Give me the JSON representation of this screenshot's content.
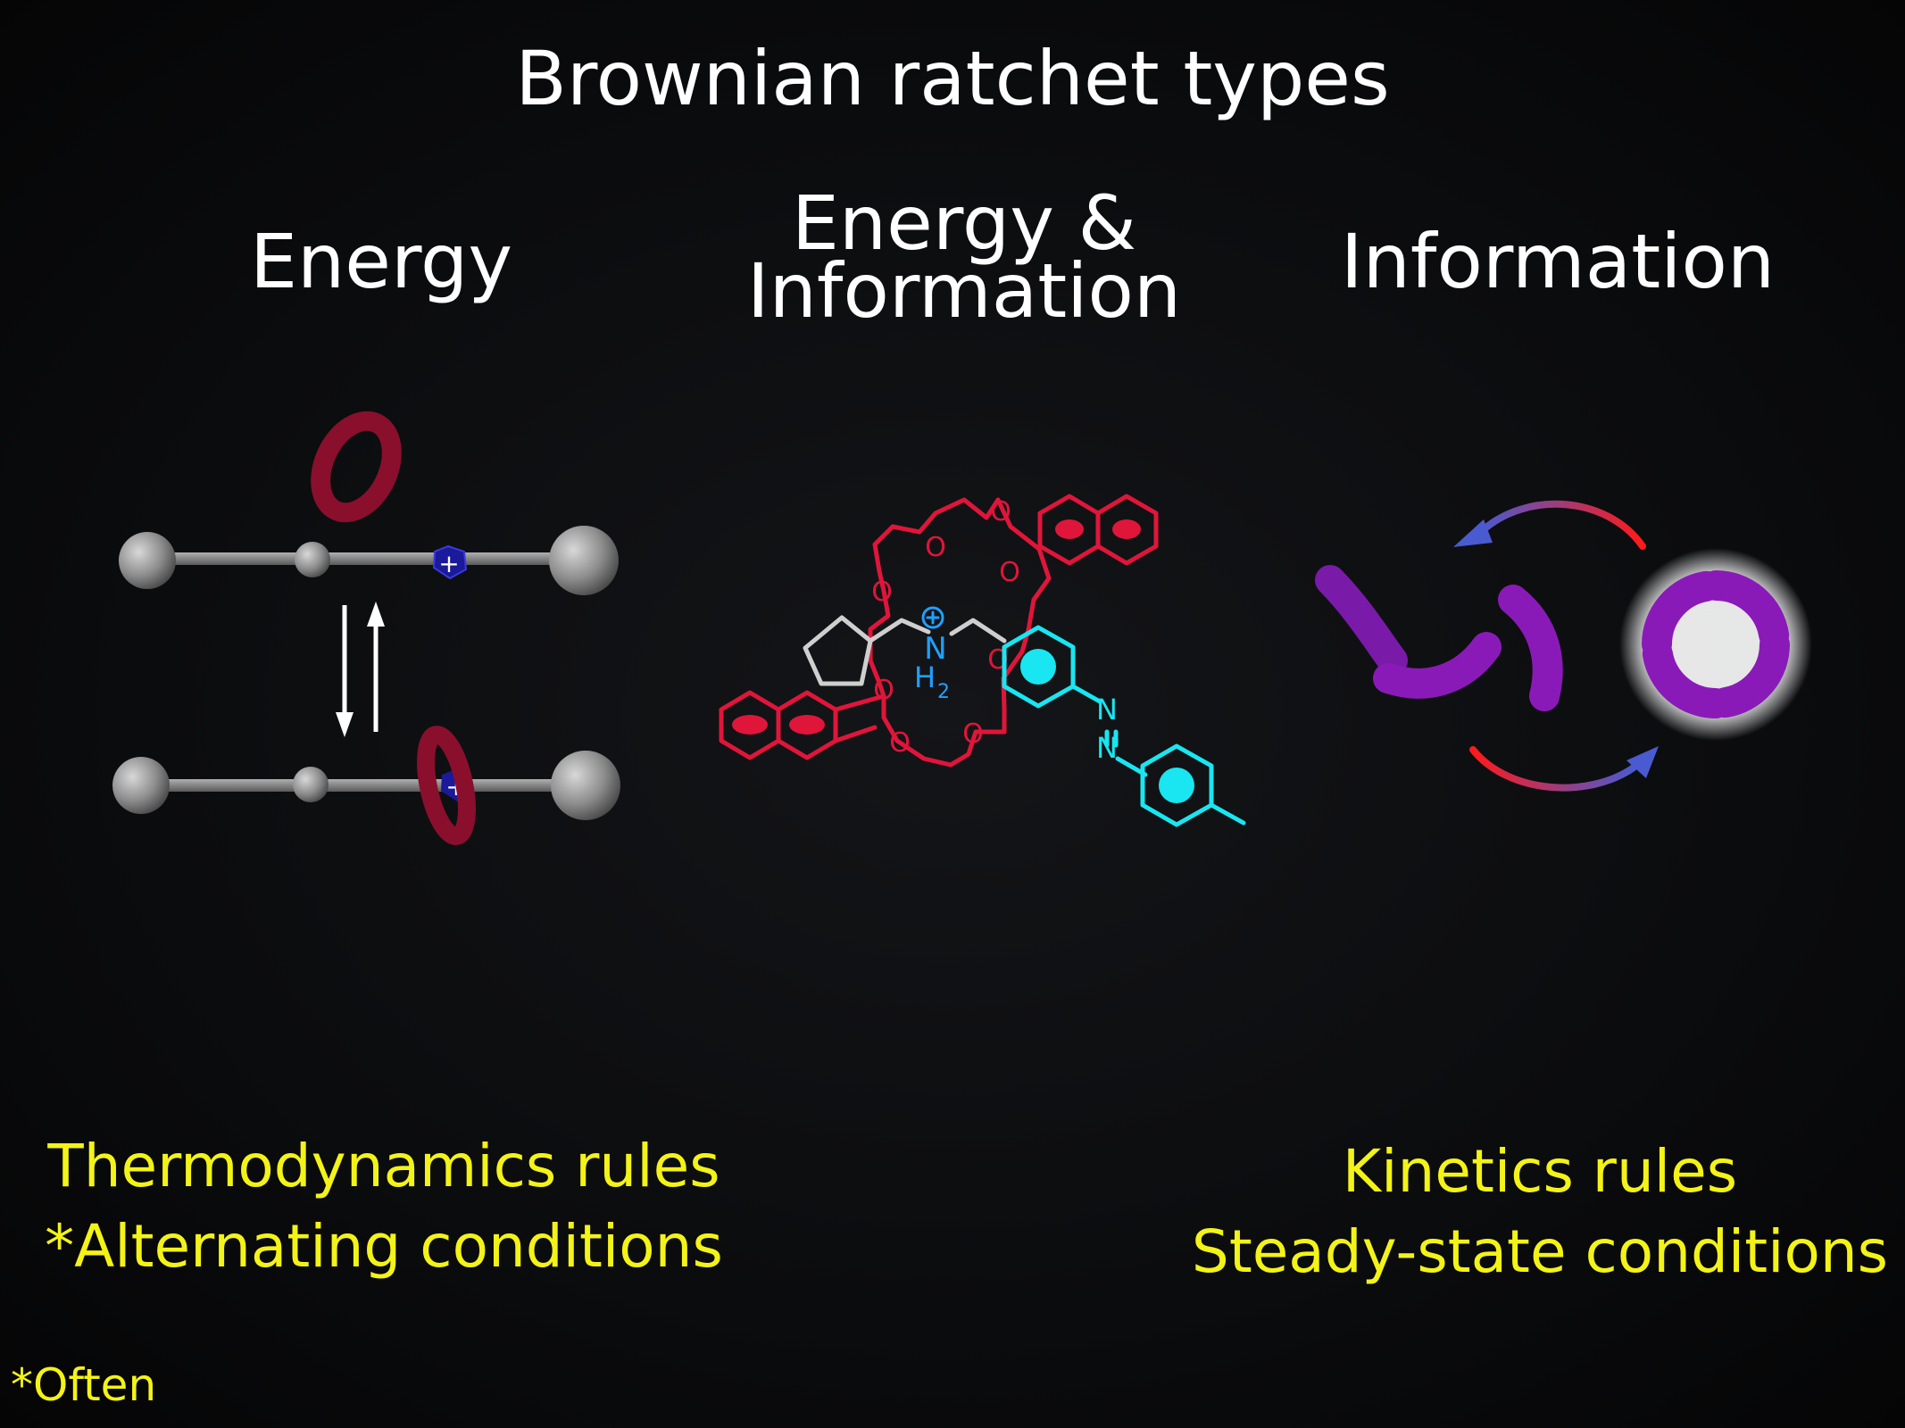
{
  "slide": {
    "title": "Brownian ratchet types",
    "footnote": "*Often"
  },
  "columns": {
    "energy": {
      "heading": "Energy",
      "rule": "Thermodynamics rules",
      "condition": "*Alternating conditions"
    },
    "energy_information": {
      "heading_line1": "Energy &",
      "heading_line2": "Information"
    },
    "information": {
      "heading": "Information",
      "rule": "Kinetics rules",
      "condition": "Steady-state conditions"
    }
  },
  "molecule_labels": {
    "oxygen": "O",
    "nitrogen": "N",
    "h2": "H",
    "h2_sub": "2",
    "plus": "+"
  },
  "colors": {
    "background": "#0b0c0e",
    "text": "#ffffff",
    "highlight_text": "#f3f317",
    "crown_ether": "#e0153a",
    "azobenzene": "#19e6f0",
    "ammonium": "#1fa0ff",
    "ring_component": "#8a0f2c",
    "axle": "#8c8c8c",
    "charge_site": "#1a1a9a",
    "arc_purple": "#8a1ab8"
  }
}
